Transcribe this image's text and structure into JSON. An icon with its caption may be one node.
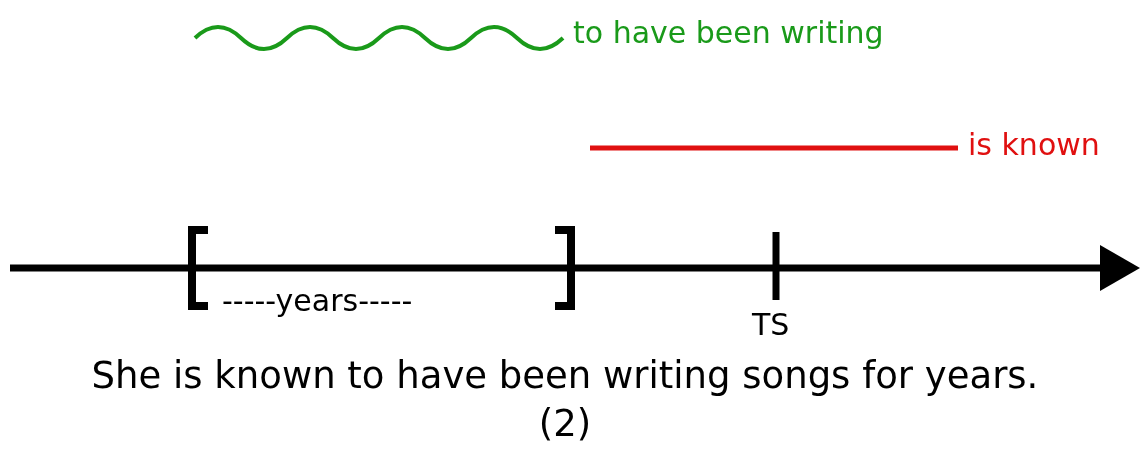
{
  "diagram": {
    "caption": "She is known to have been writing songs for years. (2)",
    "labels": [
      "to have been writing",
      "is known",
      "-----years-----",
      "TS"
    ]
  }
}
